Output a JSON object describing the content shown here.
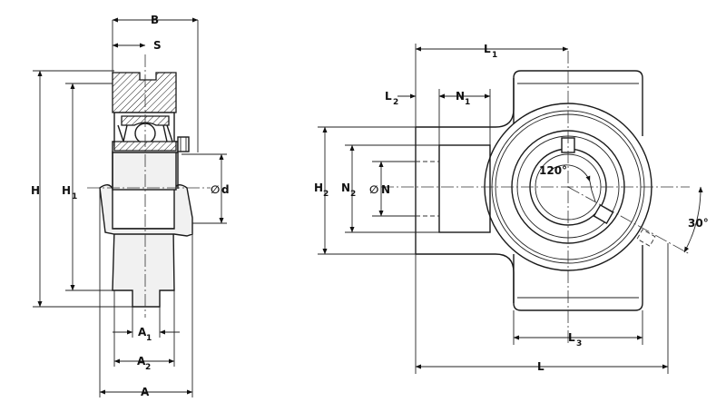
{
  "dimensions": {
    "B": "B",
    "S": "S",
    "H": "H",
    "H1": "H",
    "H1_sub": "1",
    "d_symbol": "∅",
    "d": "d",
    "A1": "A",
    "A1_sub": "1",
    "A2": "A",
    "A2_sub": "2",
    "A": "A",
    "L1": "L",
    "L1_sub": "1",
    "L2": "L",
    "L2_sub": "2",
    "N1": "N",
    "N1_sub": "1",
    "H2": "H",
    "H2_sub": "2",
    "N2": "N",
    "N2_sub": "2",
    "N_symbol": "∅",
    "N": "N",
    "L3": "L",
    "L3_sub": "3",
    "L": "L"
  },
  "angles": {
    "screw_angle": "120°",
    "tilt_angle": "30°"
  }
}
